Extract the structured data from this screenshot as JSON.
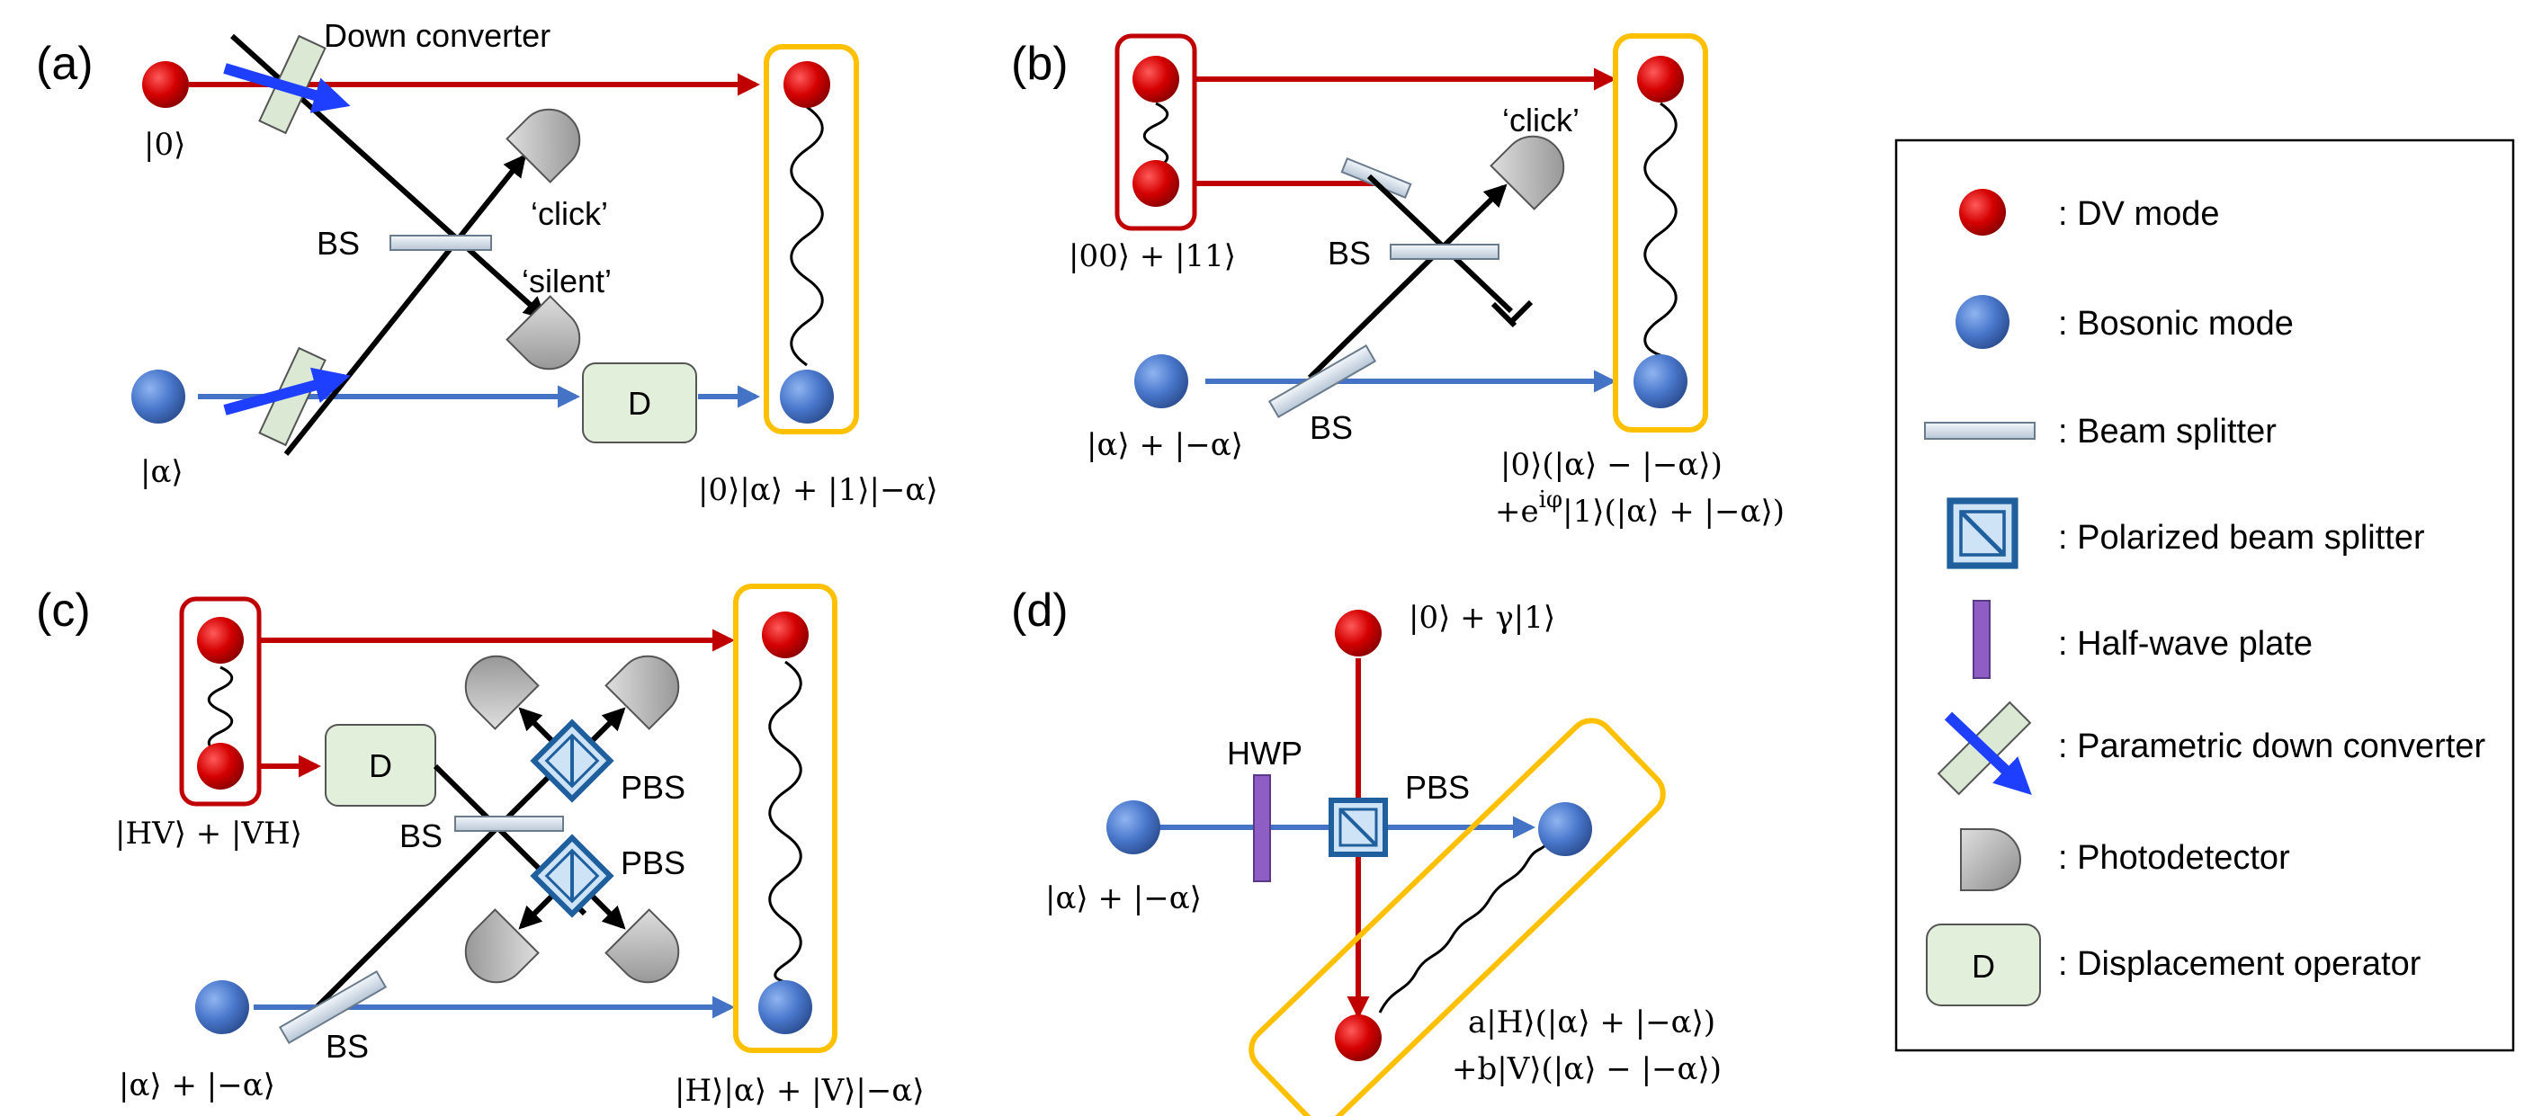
{
  "panels": {
    "a": {
      "label": "(a)",
      "down_converter": "Down converter",
      "input_dv": "|0⟩",
      "input_bosonic": "|α⟩",
      "bs": "BS",
      "click": "‘click’",
      "silent": "‘silent’",
      "displacement": "D",
      "output": "|0⟩|α⟩ + |1⟩|−α⟩"
    },
    "b": {
      "label": "(b)",
      "input_dv": "|00⟩ + |11⟩",
      "click": "‘click’",
      "bs_top": "BS",
      "bs_bottom": "BS",
      "input_bosonic": "|α⟩ + |−α⟩",
      "output_line1": "|0⟩(|α⟩ − |−α⟩)",
      "output_line2": "+e",
      "output_line2_sup": "iφ",
      "output_line2_rest": "|1⟩(|α⟩ + |−α⟩)"
    },
    "c": {
      "label": "(c)",
      "input_dv": "|HV⟩ + |VH⟩",
      "displacement": "D",
      "bs_top": "BS",
      "pbs_top": "PBS",
      "pbs_bottom": "PBS",
      "bs_bottom": "BS",
      "input_bosonic": "|α⟩ + |−α⟩",
      "output": "|H⟩|α⟩ + |V⟩|−α⟩"
    },
    "d": {
      "label": "(d)",
      "input_dv": "|0⟩ + γ|1⟩",
      "hwp": "HWP",
      "pbs": "PBS",
      "input_bosonic": "|α⟩ + |−α⟩",
      "output_line1": "a|H⟩(|α⟩ + |−α⟩)",
      "output_line2": "+b|V⟩(|α⟩ − |−α⟩)"
    }
  },
  "legend": {
    "items": [
      {
        "icon": "dv-mode-icon",
        "label": ": DV mode"
      },
      {
        "icon": "bosonic-mode-icon",
        "label": ": Bosonic mode"
      },
      {
        "icon": "beam-splitter-icon",
        "label": ": Beam splitter"
      },
      {
        "icon": "polarized-beam-splitter-icon",
        "label": ": Polarized beam splitter"
      },
      {
        "icon": "half-wave-plate-icon",
        "label": ": Half-wave plate"
      },
      {
        "icon": "parametric-down-converter-icon",
        "label": ": Parametric down converter"
      },
      {
        "icon": "photodetector-icon",
        "label": ": Photodetector"
      },
      {
        "icon": "displacement-operator-icon",
        "label": ": Displacement operator"
      }
    ],
    "displacement_symbol": "D"
  },
  "colors": {
    "dv_red": "#c00000",
    "bosonic_blue": "#4472c4",
    "box_gold": "#ffc000",
    "pbs_blue": "#2e75b6",
    "hwp_purple": "#8e5ec4"
  }
}
